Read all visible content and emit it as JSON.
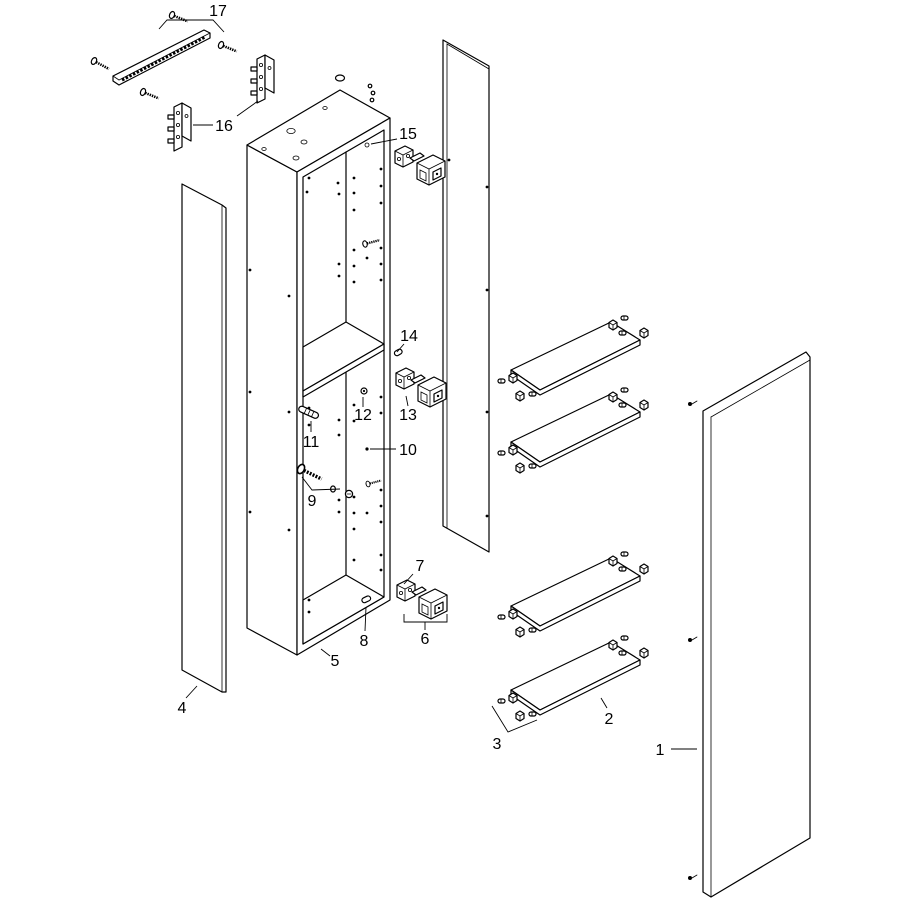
{
  "callouts": [
    "1",
    "2",
    "3",
    "4",
    "5",
    "6",
    "7",
    "8",
    "9",
    "10",
    "11",
    "12",
    "13",
    "14",
    "15",
    "16",
    "17"
  ],
  "colors": {
    "line": "#000000",
    "background": "#ffffff"
  }
}
